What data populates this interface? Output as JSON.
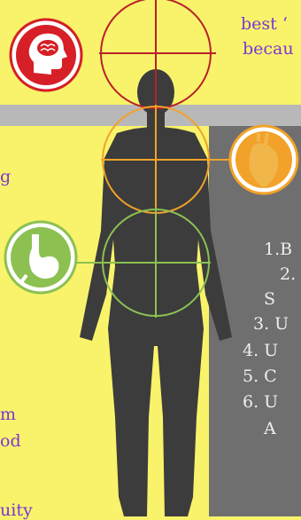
{
  "header_text": {
    "line1": "best ‘",
    "line2": "becau"
  },
  "left_fragments": [
    "g",
    "m",
    "od",
    "uity"
  ],
  "right_list": [
    "1.B",
    "2.",
    "S",
    "3. U",
    "4.  U",
    "5.  C",
    "6.  U",
    "A"
  ],
  "colors": {
    "brain": "#d61f26",
    "heart": "#f2a22a",
    "stomach": "#8cc152",
    "text_purple": "#7b36d6",
    "figure": "#3c3c3c"
  },
  "icons": [
    "brain-icon",
    "heart-icon",
    "stomach-icon"
  ]
}
